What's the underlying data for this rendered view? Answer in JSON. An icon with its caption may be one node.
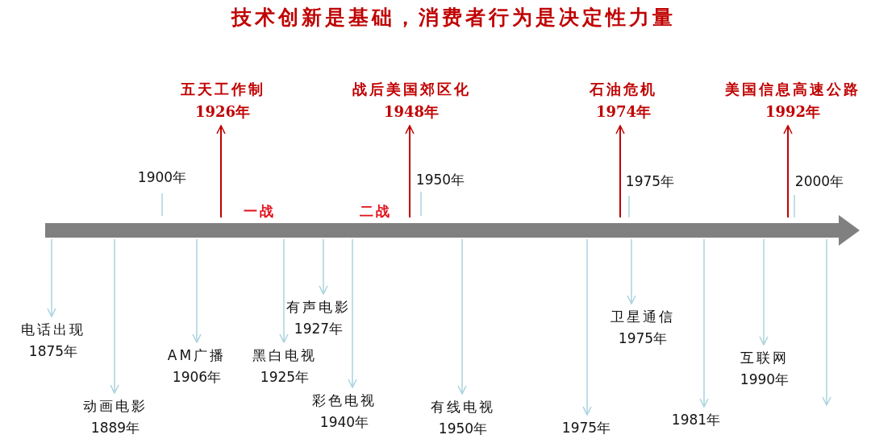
{
  "diagram": {
    "title": "技术创新是基础，消费者行为是决定性力量",
    "nodes": [
      {
        "text": [
          "五天工作制",
          "1926年"
        ]
      },
      {
        "text": [
          "战后美国郊区化",
          "1948年"
        ]
      },
      {
        "text": [
          "石油危机",
          "1974年"
        ]
      },
      {
        "text": [
          "美国信息高速公路",
          "1992年"
        ]
      },
      {
        "text": [
          "电话出现",
          "1875年"
        ]
      },
      {
        "text": [
          "动画电影",
          "1889年"
        ]
      },
      {
        "text": [
          "AM广播",
          "1906年"
        ]
      },
      {
        "text": [
          "黑白电视",
          "1925年"
        ]
      },
      {
        "text": [
          "有声电影",
          "1927年"
        ]
      },
      {
        "text": [
          "彩色电视",
          "1940年"
        ]
      },
      {
        "text": [
          "有线电视",
          "1950年"
        ]
      },
      {
        "text": [
          "1975年"
        ]
      },
      {
        "text": [
          "卫星通信",
          "1975年"
        ]
      },
      {
        "text": [
          "1981年"
        ]
      },
      {
        "text": [
          "互联网",
          "1990年"
        ]
      }
    ],
    "edges": [
      {
        "from": null,
        "to": 0,
        "arrow": "to",
        "color": "#c00000"
      },
      {
        "from": null,
        "to": 1,
        "arrow": "to",
        "color": "#c00000"
      },
      {
        "from": null,
        "to": 2,
        "arrow": "to",
        "color": "#c00000"
      },
      {
        "from": null,
        "to": 3,
        "arrow": "to",
        "color": "#c00000"
      },
      {
        "from": null,
        "to": 4,
        "arrow": "to"
      },
      {
        "from": null,
        "to": 5,
        "arrow": "to"
      },
      {
        "from": null,
        "to": 6,
        "arrow": "to"
      },
      {
        "from": null,
        "to": 7,
        "arrow": "to"
      },
      {
        "from": null,
        "to": 8,
        "arrow": "to"
      },
      {
        "from": null,
        "to": 9,
        "arrow": "to"
      },
      {
        "from": null,
        "to": 10,
        "arrow": "to"
      },
      {
        "from": null,
        "to": 11,
        "arrow": "to"
      },
      {
        "from": null,
        "to": 12,
        "arrow": "to"
      },
      {
        "from": null,
        "to": 13,
        "arrow": "to"
      },
      {
        "from": null,
        "to": 14,
        "arrow": "to"
      }
    ],
    "labels": [
      "1900年",
      "1950年",
      "1975年",
      "2000年",
      "一战",
      "二战"
    ]
  }
}
